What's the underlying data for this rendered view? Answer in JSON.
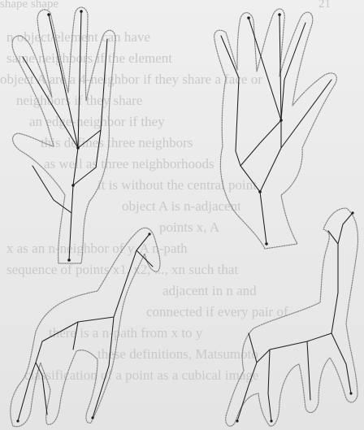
{
  "figure": {
    "panels": [
      {
        "name": "hand-a"
      },
      {
        "name": "hand-b"
      },
      {
        "name": "horse-a"
      },
      {
        "name": "horse-b"
      }
    ]
  },
  "background_text": {
    "header_left": "shape shape",
    "header_right": "21",
    "lines": [
      "n object/element can have",
      "same neighbors if the element",
      "object A are a 4-neighbor if they share a face or",
      "neighbors if they share",
      "an edge-neighbor if they",
      "this defines three neighbors",
      "as well as three neighborhoods",
      "it is without the central point",
      "object A is n-adjacent",
      "points x, A",
      "x as an n-neighbor of y. A n-path",
      "sequence of points x1, x2, ..., xn such that",
      "adjacent in n and",
      "connected if every pair of",
      "there is a n-path from x to y",
      "these definitions, Matsumoto",
      "classification of a point as a cubical image"
    ]
  }
}
